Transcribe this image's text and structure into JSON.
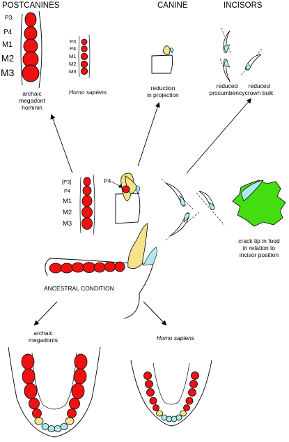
{
  "headers": {
    "postcanines": "POSTCANINES",
    "canine": "CANINE",
    "incisors": "INCISORS"
  },
  "tooth_labels": {
    "p3": "P3",
    "p4": "P4",
    "m1": "M1",
    "m2": "M2",
    "m3": "M3",
    "p3_bracket": "[P3]"
  },
  "captions": {
    "megadont_1": "archaic",
    "megadont_2": "megadont",
    "megadont_3": "hominin",
    "homo_top": "Homo sapiens",
    "canine_1": "reduction",
    "canine_2": "in projection",
    "procumbency_1": "reduced",
    "procumbency_2": "procumbency",
    "crown_1": "reduced",
    "crown_2": "crown bulk",
    "crack_1": "crack tip in food",
    "crack_2": "in relation to",
    "crack_3": "incisor position",
    "ancestral": "ANCESTRAL CONDITION",
    "archaic_1": "archaic",
    "archaic_2": "megadonts",
    "homo_bottom": "Homo sapiens"
  },
  "colors": {
    "postcanine": "#ee1111",
    "canine": "#f3e38a",
    "incisor": "#aee9ee",
    "food": "#44dd11",
    "line": "#000000"
  }
}
